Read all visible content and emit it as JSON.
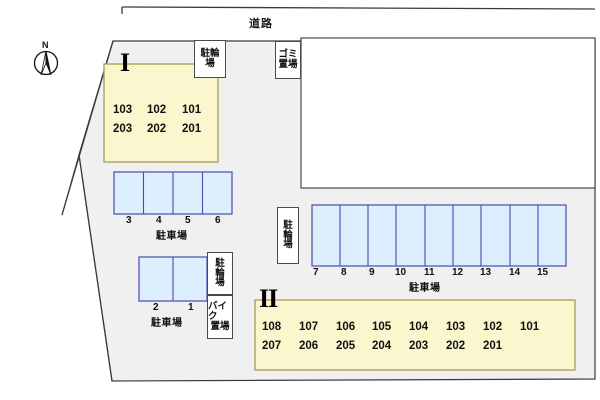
{
  "plan": {
    "road_label": "道路",
    "compass_label": "N",
    "colors": {
      "site_fill": "#f0f0f0",
      "site_stroke": "#3a3a3a",
      "building_fill": "#faf6cd",
      "building_stroke": "#a89c54",
      "parking_fill": "#ddeeff",
      "parking_stroke": "#4a4ab0",
      "neighbor_fill": "#ffffff",
      "label_box_fill": "#ffffff",
      "label_box_stroke": "#4a4a4a",
      "text": "#111111"
    }
  },
  "buildings": [
    {
      "id": "building-1",
      "marker": "I",
      "rows": [
        [
          "103",
          "102",
          "101"
        ],
        [
          "203",
          "202",
          "201"
        ]
      ]
    },
    {
      "id": "building-2",
      "marker": "II",
      "rows": [
        [
          "108",
          "107",
          "106",
          "105",
          "104",
          "103",
          "102",
          "101"
        ],
        [
          "207",
          "206",
          "205",
          "204",
          "203",
          "202",
          "201"
        ]
      ]
    }
  ],
  "parking_lots": [
    {
      "id": "parking-lot-upper-left",
      "label": "駐車場",
      "slots": [
        "3",
        "4",
        "5",
        "6"
      ]
    },
    {
      "id": "parking-lot-lower-left",
      "label": "駐車場",
      "slots": [
        "2",
        "1"
      ]
    },
    {
      "id": "parking-lot-right",
      "label": "駐車場",
      "slots": [
        "7",
        "8",
        "9",
        "10",
        "11",
        "12",
        "13",
        "14",
        "15"
      ]
    }
  ],
  "facility_boxes": [
    {
      "id": "bicycle-parking-top",
      "text": "駐輪場",
      "chars": [
        "駐輪",
        "場"
      ]
    },
    {
      "id": "garbage-area",
      "text": "ゴミ置場",
      "chars": [
        "ゴミ",
        "置場"
      ]
    },
    {
      "id": "bicycle-parking-right",
      "text": "駐輪場",
      "chars": [
        "駐",
        "輪",
        "場"
      ]
    },
    {
      "id": "bicycle-parking-mid",
      "text": "駐輪場",
      "chars": [
        "駐",
        "輪",
        "場"
      ]
    },
    {
      "id": "motorcycle-parking",
      "text": "バイク置場",
      "chars": [
        "バイク",
        "置場"
      ]
    }
  ]
}
